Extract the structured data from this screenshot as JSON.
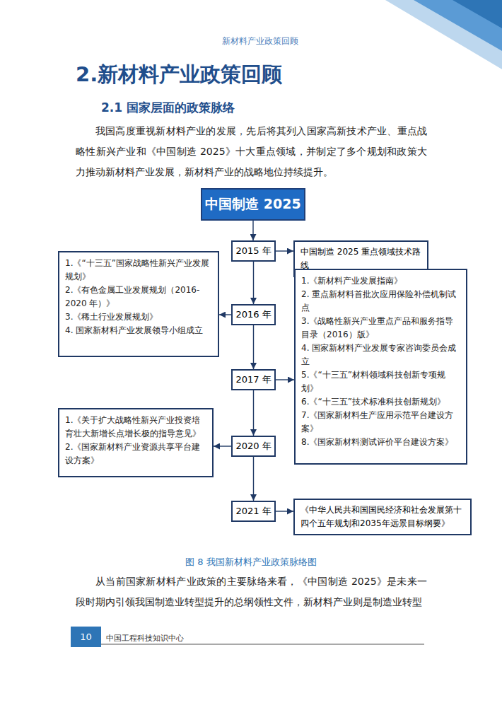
{
  "diagram": {
    "title": "2.新材料产业政策回顾",
    "caption": "图 8 我国新材料产业政策脉络图",
    "nodes": [
      {
        "text": [
          "中国制造 2025"
        ]
      },
      {
        "text": [
          "2015 年"
        ]
      },
      {
        "text": [
          "中国制造 2025 重点领域技术路线"
        ]
      },
      {
        "text": [
          "1.《“十三五”国家战略性新兴产业发展规划》",
          "2.《有色金属工业发展规划（2016-2020 年）》",
          "3.《稀土行业发展规划》",
          "4. 国家新材料产业发展领导小组成立"
        ]
      },
      {
        "text": [
          "2016 年"
        ]
      },
      {
        "text": [
          "1.《新材料产业发展指南》",
          "2. 重点新材料首批次应用保险补偿机制试点",
          "3.《战略性新兴产业重点产品和服务指导目录（2016）版》",
          "4. 国家新材料产业发展专家咨询委员会成立",
          "5.《“十三五”材料领域科技创新专项规划》",
          "6.《“十三五”技术标准科技创新规划》",
          "7.《国家新材料生产应用示范平台建设方案》",
          "8.《国家新材料测试评价平台建设方案》"
        ]
      },
      {
        "text": [
          "2017 年"
        ]
      },
      {
        "text": [
          "1.《关于扩大战略性新兴产业投资培育壮大新增长点增长极的指导意见》",
          "2.《国家新材料产业资源共享平台建设方案》"
        ]
      },
      {
        "text": [
          "2020 年"
        ]
      },
      {
        "text": [
          "2021 年"
        ]
      },
      {
        "text": [
          "《中华人民共和国国民经济和社会发展第十四个五年规划和2035年远景目标纲要》"
        ]
      }
    ],
    "edges": [
      {
        "from": 0,
        "to": 1,
        "arrow": "to"
      },
      {
        "from": 1,
        "to": 2,
        "arrow": "to"
      },
      {
        "from": 1,
        "to": 4,
        "arrow": "to"
      },
      {
        "from": 4,
        "to": 3,
        "arrow": "to"
      },
      {
        "from": 4,
        "to": 6,
        "arrow": "to"
      },
      {
        "from": 6,
        "to": 5,
        "arrow": "to"
      },
      {
        "from": 6,
        "to": 8,
        "arrow": "to"
      },
      {
        "from": 8,
        "to": 7,
        "arrow": "to"
      },
      {
        "from": 8,
        "to": 9,
        "arrow": "to"
      },
      {
        "from": 9,
        "to": 10,
        "arrow": "to"
      }
    ],
    "labels": [
      "新材料产业政策回顾",
      "2.1 国家层面的政策脉络",
      "我国高度重视新材料产业的发展，先后将其列入国家高新技术产业、重点战略性新兴产业和《中国制造 2025》十大重点领域，并制定了多个规划和政策大力推动新材料产业发展，新材料产业的战略地位持续提升。",
      "从当前国家新材料产业政策的主要脉络来看，《中国制造 2025》是未来一段时期内引领我国制造业转型提升的总纲领性文件，新材料产业则是制造业转型",
      "10",
      "中国工程科技知识中心"
    ]
  }
}
